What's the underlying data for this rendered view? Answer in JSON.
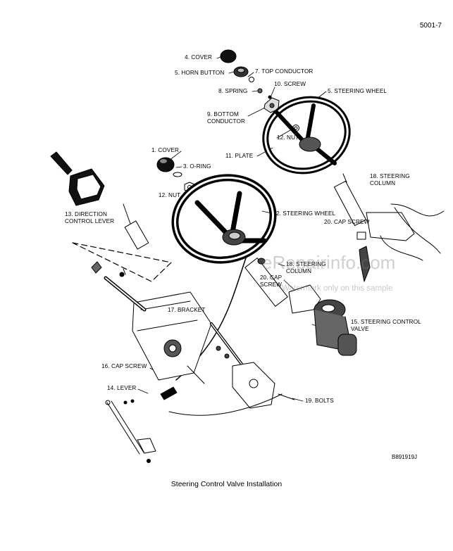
{
  "page_number": "5001-7",
  "figure_code": "B891919J",
  "caption": "Steering Control Valve Installation",
  "watermark": {
    "site": "eRepairinfo.com",
    "note": "Watermark only on this sample"
  },
  "callouts": [
    {
      "id": "cover-4",
      "lines": [
        "4. COVER"
      ]
    },
    {
      "id": "horn-button-5",
      "lines": [
        "5. HORN BUTTON"
      ]
    },
    {
      "id": "top-conductor-7",
      "lines": [
        "7. TOP CONDUCTOR"
      ]
    },
    {
      "id": "spring-8",
      "lines": [
        "8. SPRING"
      ]
    },
    {
      "id": "screw-10",
      "lines": [
        "10. SCREW"
      ]
    },
    {
      "id": "steering-wheel-5",
      "lines": [
        "5. STEERING WHEEL"
      ]
    },
    {
      "id": "bottom-conductor-9",
      "lines": [
        "9. BOTTOM",
        "CONDUCTOR"
      ]
    },
    {
      "id": "nut-12-upper",
      "lines": [
        "12. NUT"
      ]
    },
    {
      "id": "cover-1",
      "lines": [
        "1. COVER"
      ]
    },
    {
      "id": "plate-11",
      "lines": [
        "11. PLATE"
      ]
    },
    {
      "id": "o-ring-3",
      "lines": [
        "3. O-RING"
      ]
    },
    {
      "id": "nut-12-lower",
      "lines": [
        "12. NUT"
      ]
    },
    {
      "id": "steering-column-18-right",
      "lines": [
        "18. STEERING",
        "COLUMN"
      ]
    },
    {
      "id": "direction-control-lever-13",
      "lines": [
        "13. DIRECTION",
        "CONTROL LEVER"
      ]
    },
    {
      "id": "steering-wheel-2",
      "lines": [
        "2. STEERING WHEEL"
      ]
    },
    {
      "id": "cap-screw-20-right",
      "lines": [
        "20. CAP SCREW"
      ]
    },
    {
      "id": "steering-column-18-center",
      "lines": [
        "18. STEERING",
        "COLUMN"
      ]
    },
    {
      "id": "cap-screw-20-center",
      "lines": [
        "20. CAP",
        "SCREW"
      ]
    },
    {
      "id": "bracket-17",
      "lines": [
        "17. BRACKET"
      ]
    },
    {
      "id": "steering-control-valve-15",
      "lines": [
        "15. STEERING CONTROL",
        "VALVE"
      ]
    },
    {
      "id": "cap-screw-16",
      "lines": [
        "16. CAP SCREW"
      ]
    },
    {
      "id": "lever-14",
      "lines": [
        "14. LEVER"
      ]
    },
    {
      "id": "bolts-19",
      "lines": [
        "19. BOLTS"
      ]
    }
  ]
}
